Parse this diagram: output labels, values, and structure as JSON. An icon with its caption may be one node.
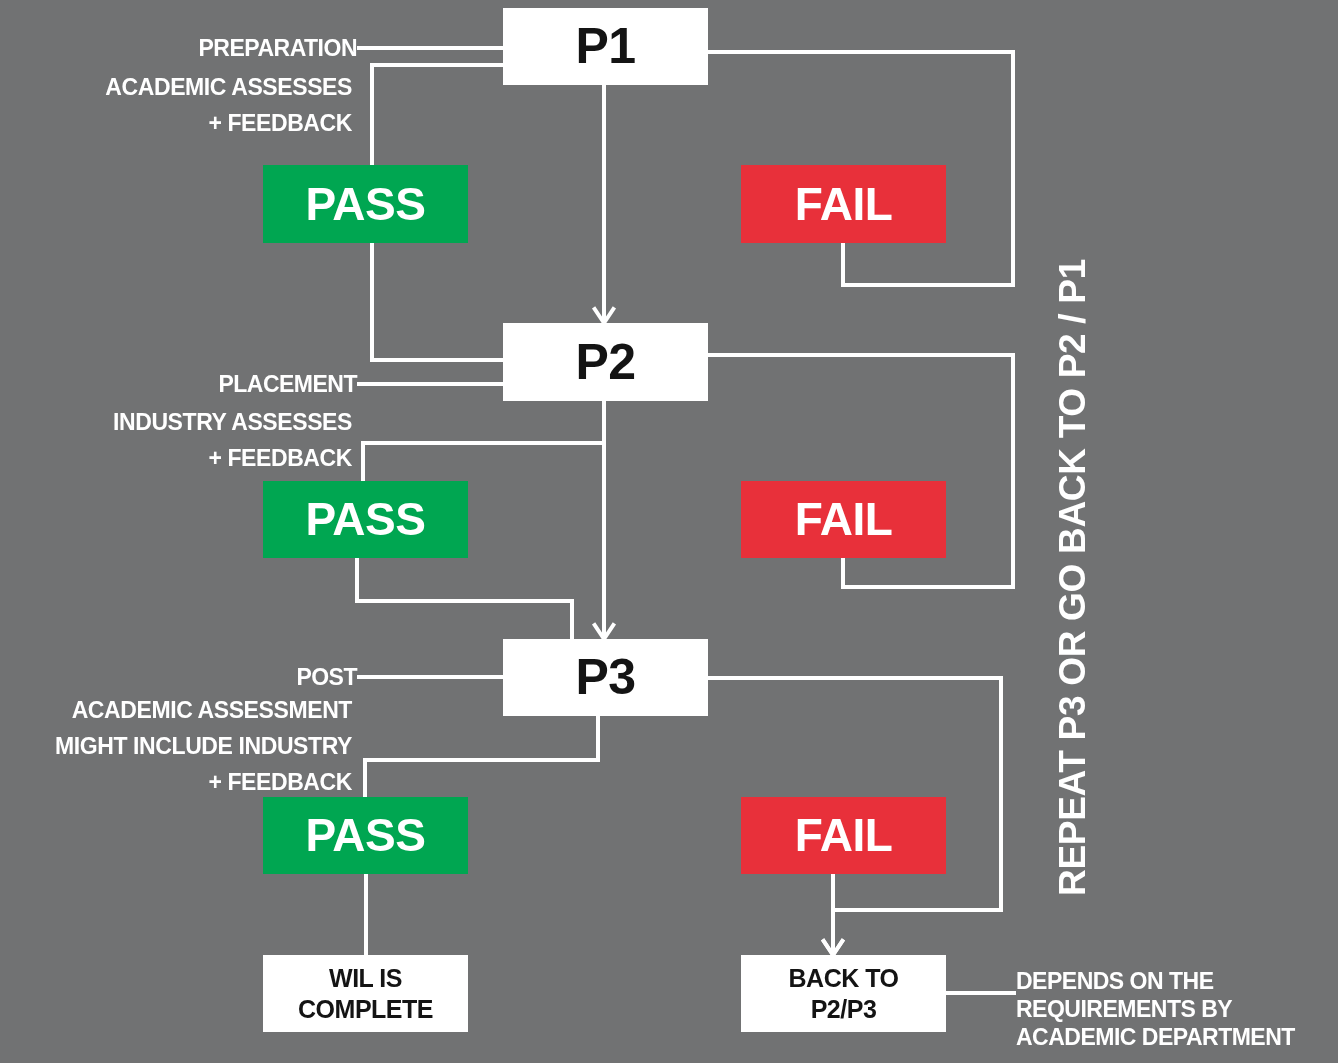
{
  "diagram": {
    "nodes": [
      {
        "text": [
          "P1"
        ]
      },
      {
        "text": [
          "PREPARATION"
        ]
      },
      {
        "text": [
          "PASS"
        ]
      },
      {
        "text": [
          "FAIL"
        ]
      },
      {
        "text": [
          "P2"
        ]
      },
      {
        "text": [
          "PLACEMENT"
        ]
      },
      {
        "text": [
          "PASS"
        ]
      },
      {
        "text": [
          "FAIL"
        ]
      },
      {
        "text": [
          "P3"
        ]
      },
      {
        "text": [
          "POST"
        ]
      },
      {
        "text": [
          "PASS"
        ]
      },
      {
        "text": [
          "FAIL"
        ]
      },
      {
        "text": [
          "WIL IS COMPLETE"
        ]
      },
      {
        "text": [
          "BACK TO P2/P3"
        ]
      },
      {
        "text": [
          "DEPENDS ON THE REQUIREMENTS BY ACADEMIC DEPARTMENT"
        ]
      }
    ],
    "edges": [
      {
        "from": 1,
        "to": 0,
        "arrow": "none"
      },
      {
        "from": 0,
        "to": 2,
        "arrow": "none"
      },
      {
        "from": 0,
        "to": 4,
        "arrow": "to"
      },
      {
        "from": 0,
        "to": 3,
        "arrow": "none"
      },
      {
        "from": 2,
        "to": 4,
        "arrow": "none"
      },
      {
        "from": 5,
        "to": 4,
        "arrow": "none"
      },
      {
        "from": 4,
        "to": 6,
        "arrow": "none"
      },
      {
        "from": 4,
        "to": 8,
        "arrow": "to"
      },
      {
        "from": 4,
        "to": 7,
        "arrow": "none"
      },
      {
        "from": 6,
        "to": 8,
        "arrow": "none"
      },
      {
        "from": 9,
        "to": 8,
        "arrow": "none"
      },
      {
        "from": 8,
        "to": 10,
        "arrow": "none"
      },
      {
        "from": 8,
        "to": 13,
        "arrow": "to"
      },
      {
        "from": 11,
        "to": 13,
        "arrow": "to"
      },
      {
        "from": 10,
        "to": 12,
        "arrow": "none"
      },
      {
        "from": 13,
        "to": 14,
        "arrow": "none"
      }
    ],
    "labels": [
      "ACADEMIC ASSESSES + FEEDBACK",
      "INDUSTRY ASSESSES + FEEDBACK",
      "ACADEMIC ASSESSMENT MIGHT INCLUDE INDUSTRY + FEEDBACK",
      "REPEAT P3 OR GO BACK TO P2 / P1"
    ]
  }
}
